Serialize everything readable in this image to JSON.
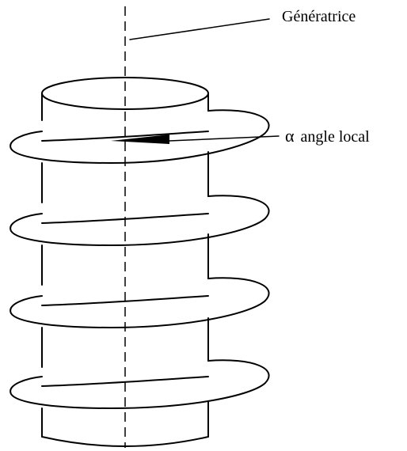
{
  "labels": {
    "generatrice": "Génératrice",
    "alpha_symbol": "α",
    "alpha_text": "angle local"
  },
  "colors": {
    "stroke": "#000000",
    "background": "#ffffff"
  }
}
